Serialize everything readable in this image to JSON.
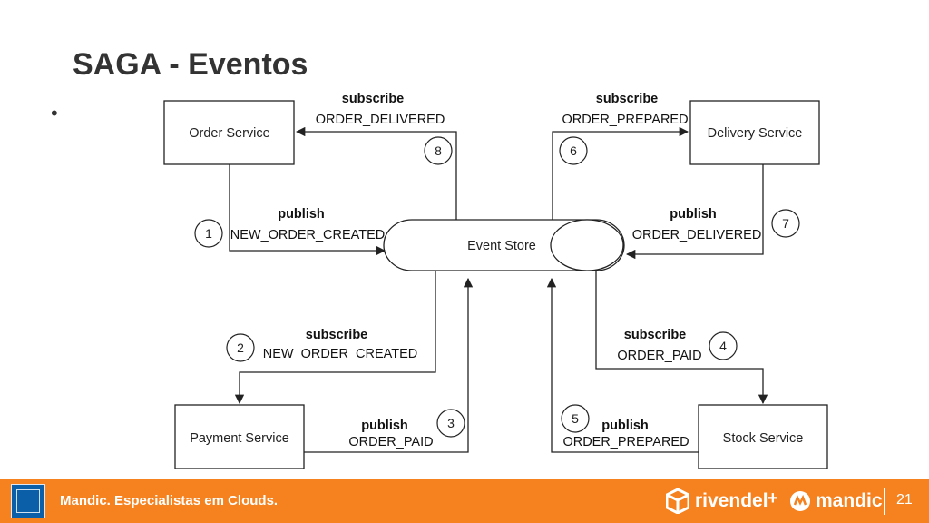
{
  "slide": {
    "title": "SAGA - Eventos",
    "bullet": "•",
    "page_number": "21"
  },
  "diagram": {
    "services": {
      "order": "Order Service",
      "delivery": "Delivery Service",
      "payment": "Payment Service",
      "stock": "Stock Service"
    },
    "event_store": "Event Store",
    "flows": [
      {
        "step": "1",
        "verb": "publish",
        "event": "NEW_ORDER_CREATED"
      },
      {
        "step": "2",
        "verb": "subscribe",
        "event": "NEW_ORDER_CREATED"
      },
      {
        "step": "3",
        "verb": "publish",
        "event": "ORDER_PAID"
      },
      {
        "step": "4",
        "verb": "subscribe",
        "event": "ORDER_PAID"
      },
      {
        "step": "5",
        "verb": "publish",
        "event": "ORDER_PREPARED"
      },
      {
        "step": "6",
        "verb": "subscribe",
        "event": "ORDER_PREPARED"
      },
      {
        "step": "7",
        "verb": "publish",
        "event": "ORDER_DELIVERED"
      },
      {
        "step": "8",
        "verb": "subscribe",
        "event": "ORDER_DELIVERED"
      }
    ]
  },
  "footer": {
    "tagline": "Mandic. Especialistas em Clouds.",
    "brand_rivendel": "rivendel",
    "plus": "+",
    "brand_mandic": "mandic",
    "intel_badge": "intel-xeon-badge-icon",
    "color": "#f5821f"
  }
}
